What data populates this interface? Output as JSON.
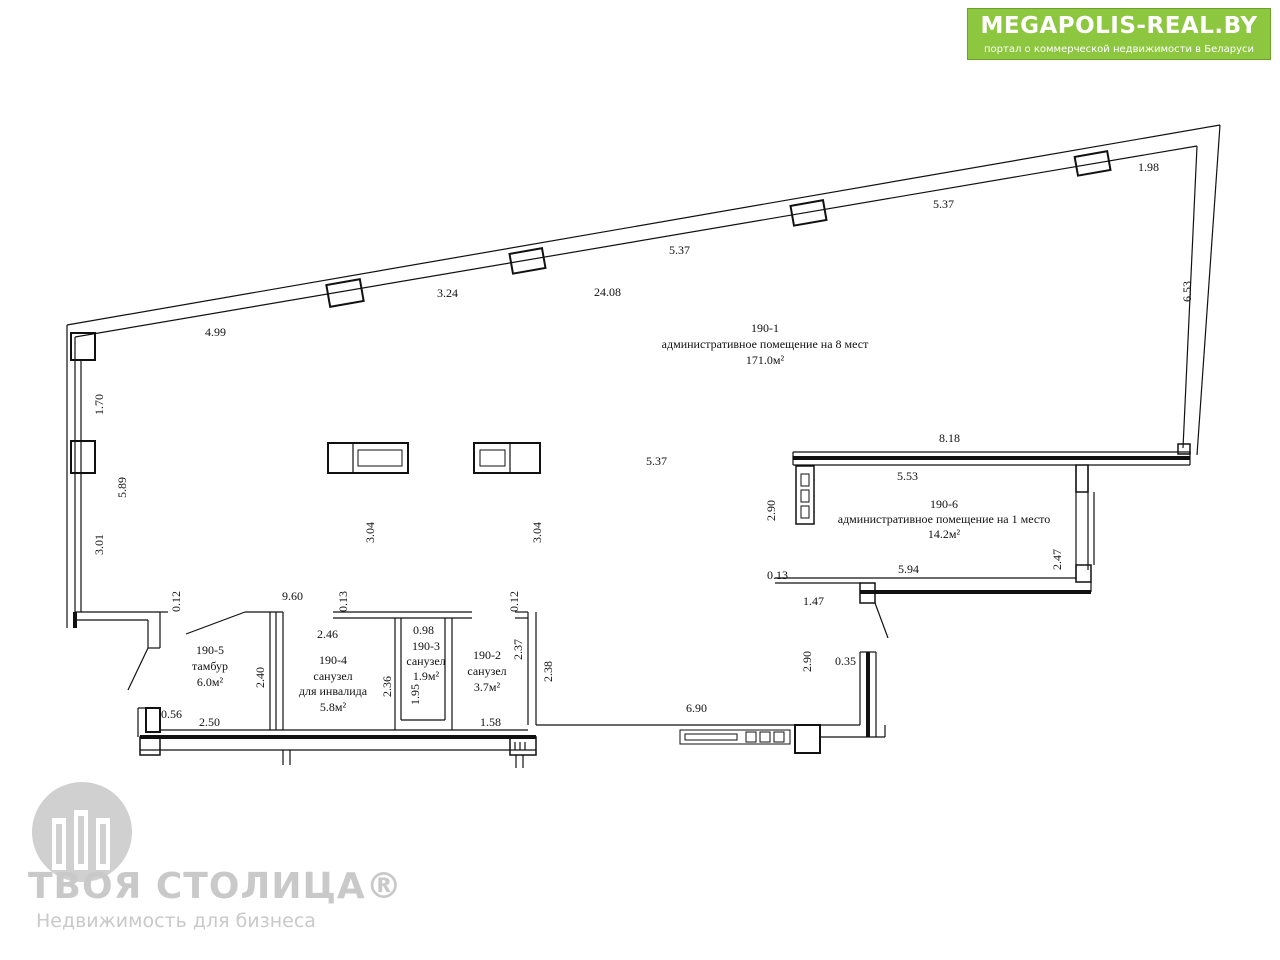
{
  "branding": {
    "site": "MEGAPOLIS-REAL.BY",
    "tagline": "портал о коммерческой недвижимости в Беларуси",
    "watermark_title": "ТВОЯ СТОЛИЦА®",
    "watermark_sub": "Недвижимость для бизнеса",
    "accent_color": "#8dc63f",
    "watermark_color": "#c9c9c9"
  },
  "rooms": [
    {
      "id": "190-1",
      "name": "административное помещение на 8 мест",
      "area": "171.0м²"
    },
    {
      "id": "190-6",
      "name": "административное помещение на 1 место",
      "area": "14.2м²"
    },
    {
      "id": "190-5",
      "name": "тамбур",
      "area": "6.0м²"
    },
    {
      "id": "190-4",
      "name": "санузел",
      "name2": "для инвалида",
      "area": "5.8м²"
    },
    {
      "id": "190-3",
      "name": "санузел",
      "area": "1.9м²"
    },
    {
      "id": "190-2",
      "name": "санузел",
      "area": "3.7м²"
    }
  ],
  "dimensions": {
    "d_4_99": "4.99",
    "d_3_24": "3.24",
    "d_24_08": "24.08",
    "d_5_37_a": "5.37",
    "d_5_37_b": "5.37",
    "d_1_98": "1.98",
    "d_6_53": "6.53",
    "d_1_70": "1.70",
    "d_5_89": "5.89",
    "d_3_01": "3.01",
    "d_3_04_a": "3.04",
    "d_3_04_b": "3.04",
    "d_5_37_c": "5.37",
    "d_8_18": "8.18",
    "d_5_53": "5.53",
    "d_2_90_a": "2.90",
    "d_2_47": "2.47",
    "d_0_13_a": "0.13",
    "d_5_94": "5.94",
    "d_1_47": "1.47",
    "d_9_60": "9.60",
    "d_0_12_a": "0.12",
    "d_0_13_b": "0.13",
    "d_0_12_b": "0.12",
    "d_2_46": "2.46",
    "d_0_98": "0.98",
    "d_2_37": "2.37",
    "d_2_40": "2.40",
    "d_2_36": "2.36",
    "d_1_95": "1.95",
    "d_2_38": "2.38",
    "d_2_90_b": "2.90",
    "d_0_35": "0.35",
    "d_0_56": "0.56",
    "d_2_50": "2.50",
    "d_1_58": "1.58",
    "d_6_90": "6.90"
  }
}
